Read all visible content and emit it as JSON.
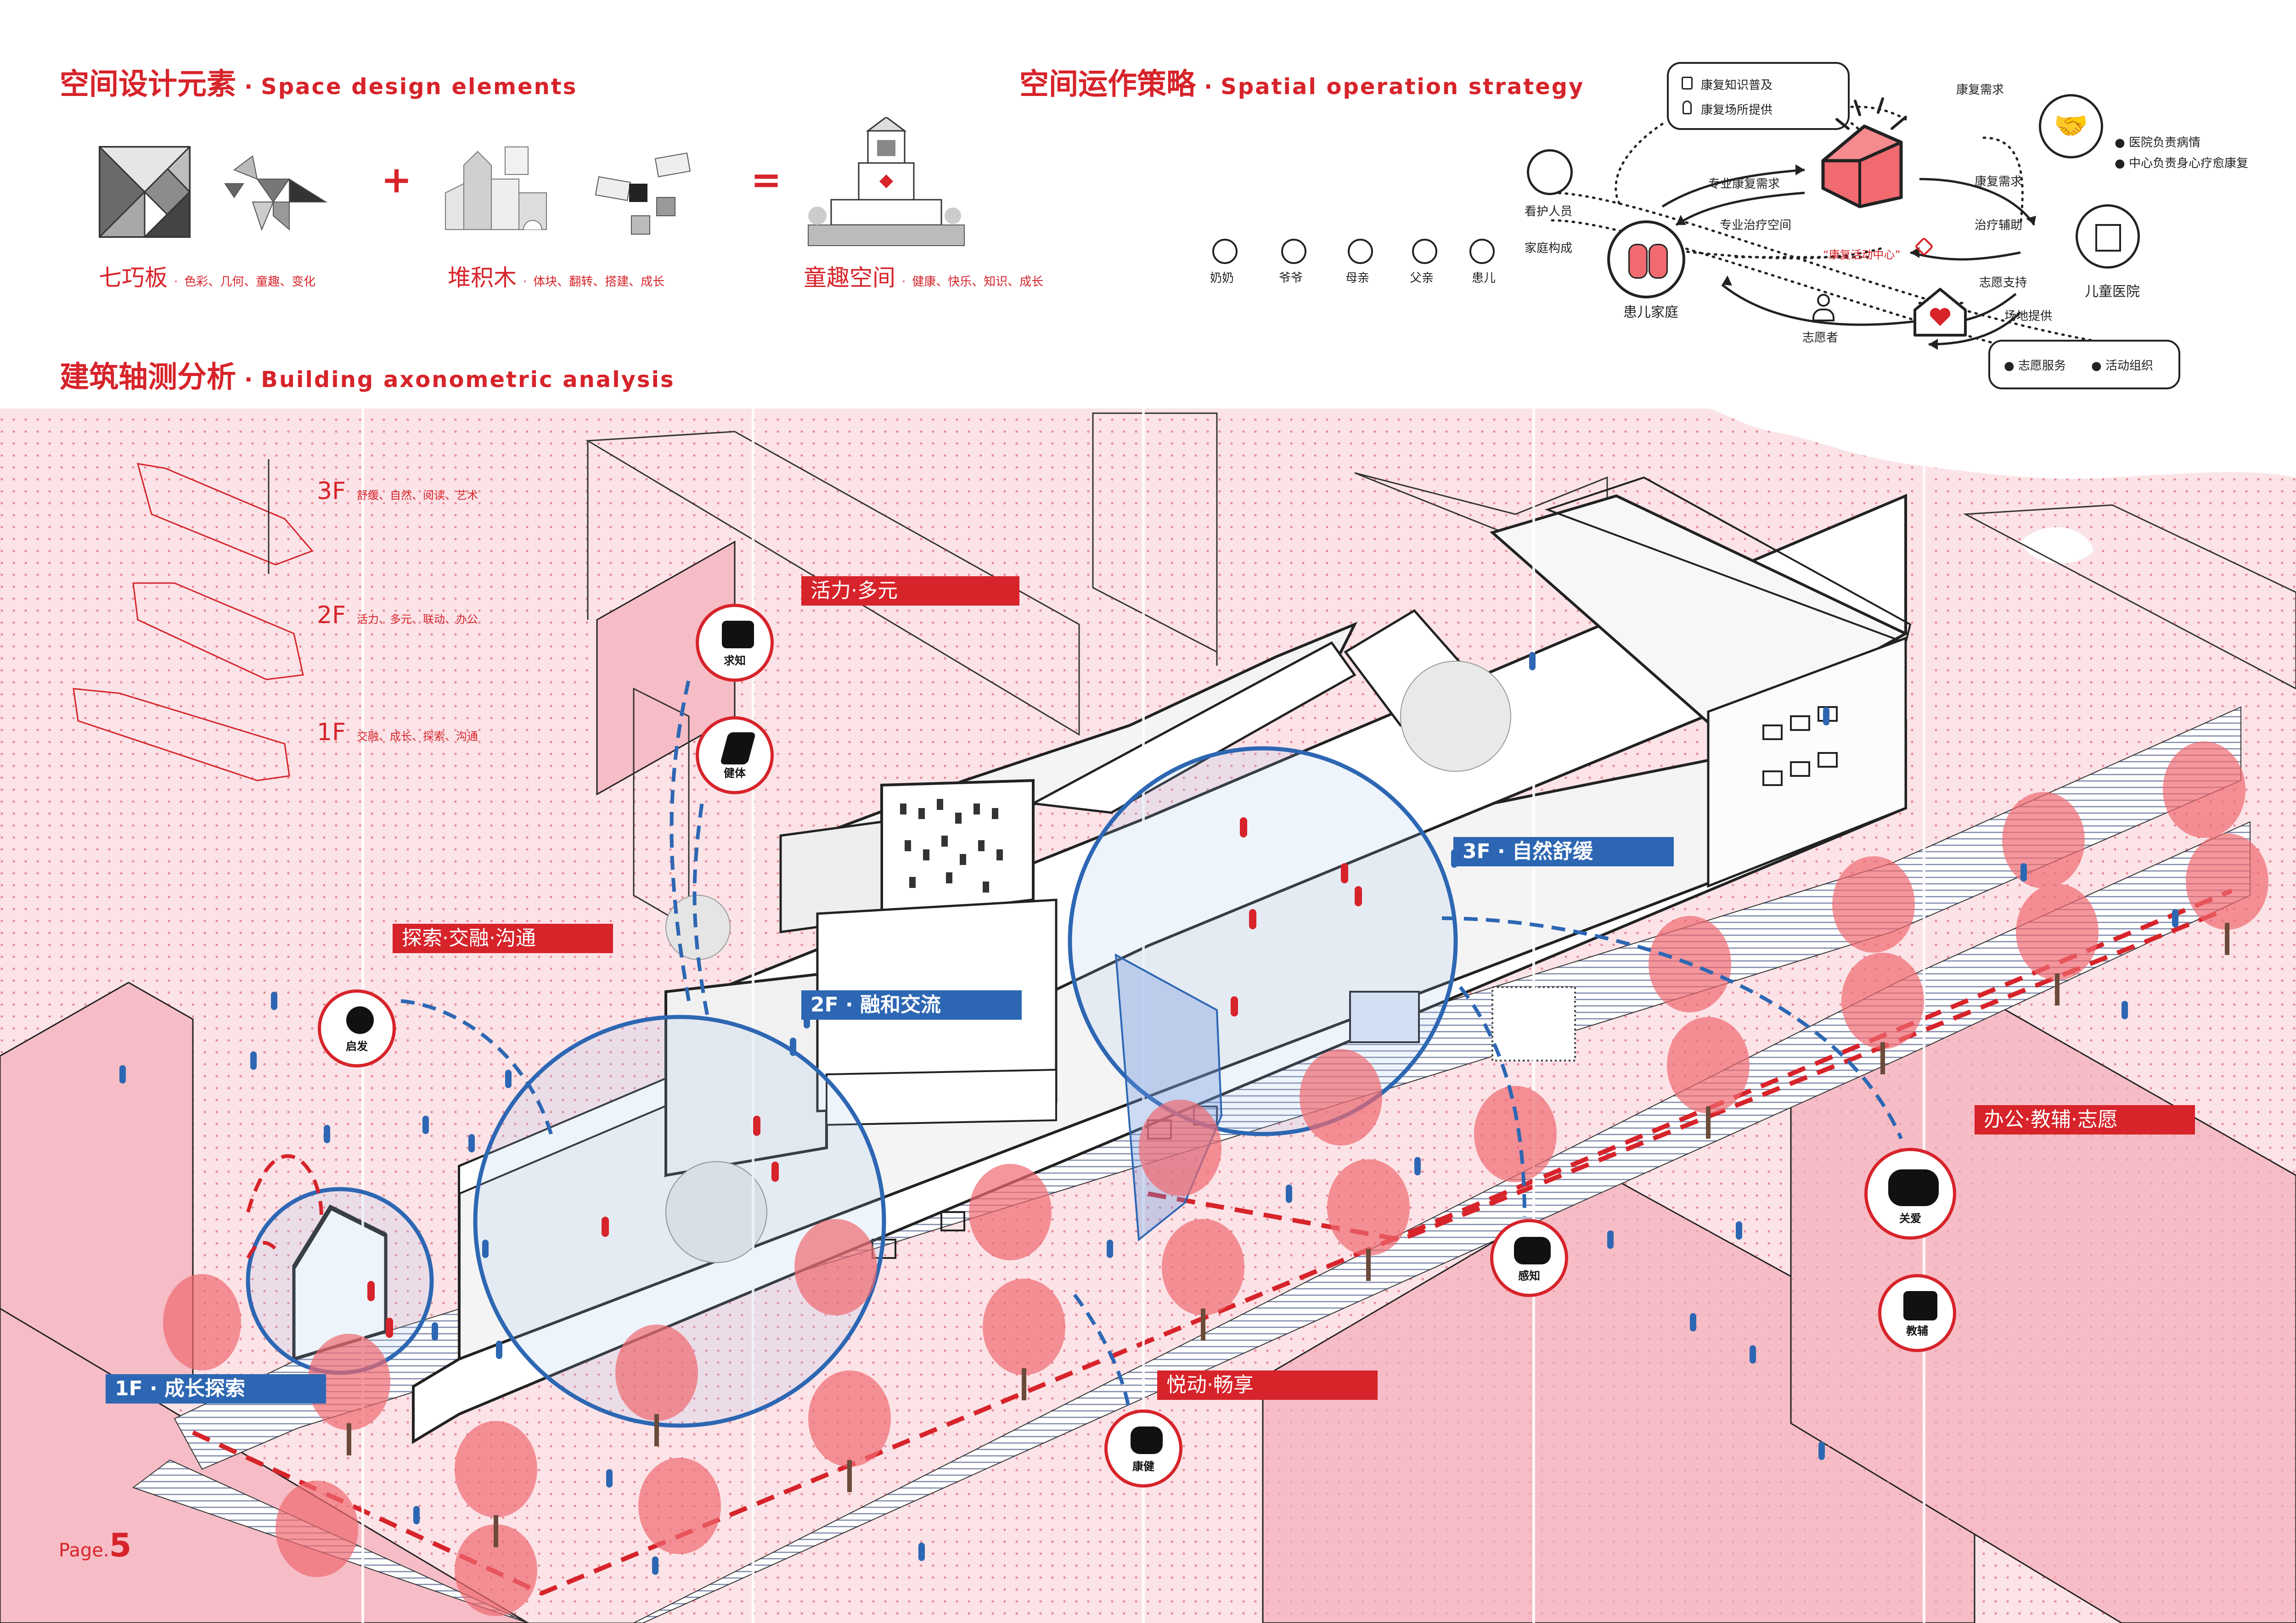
{
  "sections": {
    "design": {
      "title_zh": "空间设计元素",
      "title_en": "Space design elements"
    },
    "operation": {
      "title_zh": "空间运作策略",
      "title_en": "Spatial operation strategy"
    },
    "axono": {
      "title_zh": "建筑轴测分析",
      "title_en": "Building axonometric analysis"
    }
  },
  "equation": {
    "plus": "+",
    "equals": "=",
    "items": [
      {
        "title": "七巧板",
        "desc": "色彩、几何、童趣、变化"
      },
      {
        "title": "堆积木",
        "desc": "体块、翻转、搭建、成长"
      },
      {
        "title": "童趣空间",
        "desc": "健康、快乐、知识、成长"
      }
    ]
  },
  "network": {
    "top_box": [
      "康复知识普及",
      "康复场所提供"
    ],
    "bottom_box": [
      "志愿服务",
      "活动组织"
    ],
    "right_list": [
      "医院负责病情",
      "中心负责身心疗愈康复"
    ],
    "members": [
      "奶奶",
      "爷爷",
      "母亲",
      "父亲",
      "患儿"
    ],
    "family_label": "家庭构成",
    "caregiver": "看护人员",
    "family": "患儿家庭",
    "center": "“康复活动中心”",
    "hospital": "儿童医院",
    "volunteer": "志愿者",
    "flows": {
      "rehab_need_top": "康复需求",
      "pro_need": "专业康复需求",
      "pro_space": "专业治疗空间",
      "rehab_need_right": "康复需求",
      "treat_aid": "治疗辅助",
      "vol_support": "志愿支持",
      "site_provide": "场地提供"
    }
  },
  "floors": [
    {
      "floor": "3F",
      "desc": "舒缓、自然、阅读、艺术"
    },
    {
      "floor": "2F",
      "desc": "活力、多元、联动、办公"
    },
    {
      "floor": "1F",
      "desc": "交融、成长、探索、沟通"
    }
  ],
  "tags_red": [
    "活力·多元",
    "探索·交融·沟通",
    "悦动·畅享",
    "办公·教辅·志愿"
  ],
  "tags_blue": [
    "2F · 融和交流",
    "3F · 自然舒缓",
    "1F · 成长探索"
  ],
  "badges": [
    "求知",
    "健体",
    "启发",
    "康健",
    "感知",
    "关爱",
    "教辅"
  ],
  "page": {
    "label": "Page.",
    "number": "5"
  },
  "colors": {
    "accent": "#d7232a",
    "blue": "#2d67b3",
    "pink": "#f7c9cf"
  }
}
